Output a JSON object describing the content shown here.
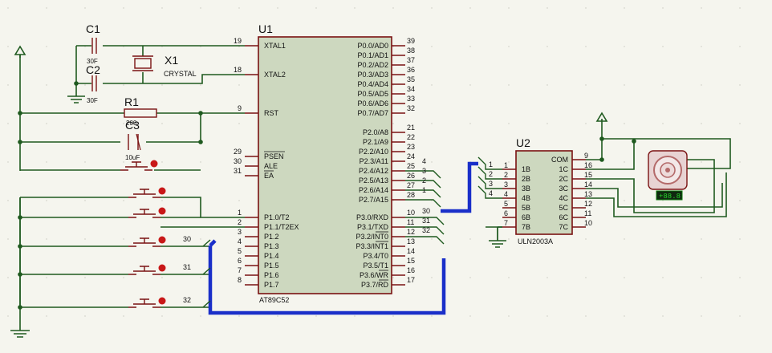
{
  "refs": {
    "u1": "U1",
    "u1_part": "AT89C52",
    "u2": "U2",
    "u2_part": "ULN2003A",
    "c1": "C1",
    "c1_val": "30F",
    "c2": "C2",
    "c2_val": "30F",
    "x1": "X1",
    "x1_val": "CRYSTAL",
    "r1": "R1",
    "r1_val": "200",
    "c3": "C3",
    "c3_val": "10uF",
    "motor_display": "+88.8"
  },
  "u1_left": [
    {
      "num": "19",
      "name": "XTAL1"
    },
    {
      "num": "18",
      "name": "XTAL2"
    },
    {
      "num": "9",
      "name": "RST"
    },
    {
      "num": "29",
      "name": "PSEN"
    },
    {
      "num": "30",
      "name": "ALE"
    },
    {
      "num": "31",
      "name": "EA"
    },
    {
      "num": "1",
      "name": "P1.0/T2"
    },
    {
      "num": "2",
      "name": "P1.1/T2EX"
    },
    {
      "num": "3",
      "name": "P1.2"
    },
    {
      "num": "4",
      "name": "P1.3"
    },
    {
      "num": "5",
      "name": "P1.4"
    },
    {
      "num": "6",
      "name": "P1.5"
    },
    {
      "num": "7",
      "name": "P1.6"
    },
    {
      "num": "8",
      "name": "P1.7"
    }
  ],
  "u1_right": [
    {
      "num": "39",
      "name": "P0.0/AD0"
    },
    {
      "num": "38",
      "name": "P0.1/AD1"
    },
    {
      "num": "37",
      "name": "P0.2/AD2"
    },
    {
      "num": "36",
      "name": "P0.3/AD3"
    },
    {
      "num": "35",
      "name": "P0.4/AD4"
    },
    {
      "num": "34",
      "name": "P0.5/AD5"
    },
    {
      "num": "33",
      "name": "P0.6/AD6"
    },
    {
      "num": "32",
      "name": "P0.7/AD7"
    },
    {
      "num": "21",
      "name": "P2.0/A8"
    },
    {
      "num": "22",
      "name": "P2.1/A9"
    },
    {
      "num": "23",
      "name": "P2.2/A10"
    },
    {
      "num": "24",
      "name": "P2.3/A11"
    },
    {
      "num": "25",
      "name": "P2.4/A12"
    },
    {
      "num": "26",
      "name": "P2.5/A13"
    },
    {
      "num": "27",
      "name": "P2.6/A14"
    },
    {
      "num": "28",
      "name": "P2.7/A15"
    },
    {
      "num": "10",
      "name": "P3.0/RXD"
    },
    {
      "num": "11",
      "name": "P3.1/TXD"
    },
    {
      "num": "12",
      "name": "P3.2/INT0"
    },
    {
      "num": "13",
      "name": "P3.3/INT1"
    },
    {
      "num": "14",
      "name": "P3.4/T0"
    },
    {
      "num": "15",
      "name": "P3.5/T1"
    },
    {
      "num": "16",
      "name": "P3.6/WR"
    },
    {
      "num": "17",
      "name": "P3.7/RD"
    }
  ],
  "u2_left": [
    {
      "num": "1",
      "name": "1B"
    },
    {
      "num": "2",
      "name": "2B"
    },
    {
      "num": "3",
      "name": "3B"
    },
    {
      "num": "4",
      "name": "4B"
    },
    {
      "num": "5",
      "name": "5B"
    },
    {
      "num": "6",
      "name": "6B"
    },
    {
      "num": "7",
      "name": "7B"
    }
  ],
  "u2_right": [
    {
      "num": "9",
      "name": "COM"
    },
    {
      "num": "16",
      "name": "1C"
    },
    {
      "num": "15",
      "name": "2C"
    },
    {
      "num": "14",
      "name": "3C"
    },
    {
      "num": "13",
      "name": "4C"
    },
    {
      "num": "12",
      "name": "5C"
    },
    {
      "num": "11",
      "name": "6C"
    },
    {
      "num": "10",
      "name": "7C"
    }
  ],
  "net_labels": {
    "p2": [
      "4",
      "3",
      "2",
      "1"
    ],
    "p3": [
      "30",
      "31",
      "32"
    ],
    "u2in": [
      "1",
      "2",
      "3",
      "4"
    ],
    "buttons": [
      "30",
      "31",
      "32"
    ]
  }
}
